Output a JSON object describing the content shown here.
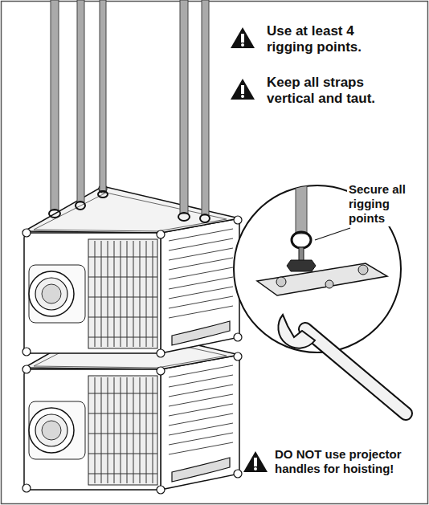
{
  "diagram": {
    "labels": [
      "Use at least 4 rigging points.",
      "Keep all straps vertical and taut.",
      "Secure all rigging points",
      "DO NOT use projector handles for hoisting!"
    ]
  }
}
